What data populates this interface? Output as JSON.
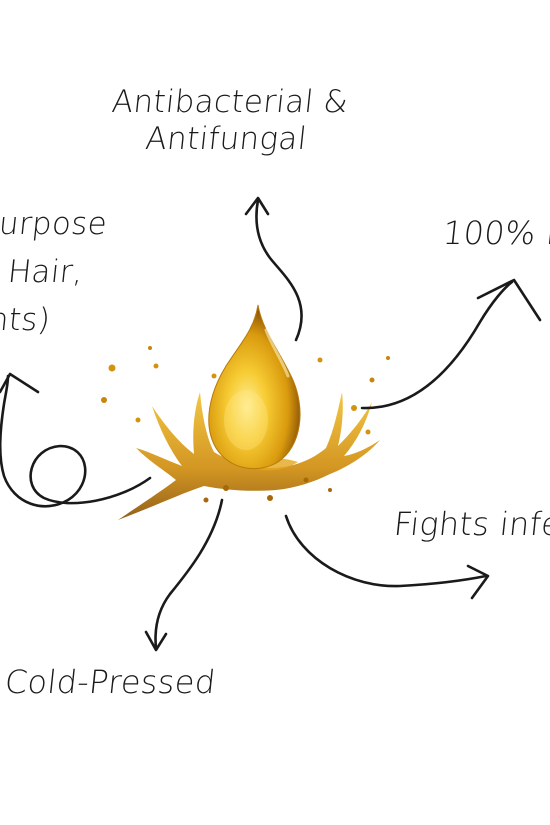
{
  "labels": {
    "antibacterial": [
      "Antibacterial &",
      "Antifungal"
    ],
    "purpose": [
      "urpose",
      "Hair,",
      "nts)"
    ],
    "pure": "100% P",
    "fights": "Fights infe",
    "cold_pressed": "Cold-Pressed"
  },
  "colors": {
    "oil_light": "#fde26a",
    "oil_mid": "#e8b21c",
    "oil_dark": "#9a5d07",
    "ink": "#1a1a1a",
    "background": "#ffffff"
  },
  "icons": [
    "oil-drop-icon",
    "oil-splash-icon",
    "hand-drawn-arrow-icon"
  ]
}
